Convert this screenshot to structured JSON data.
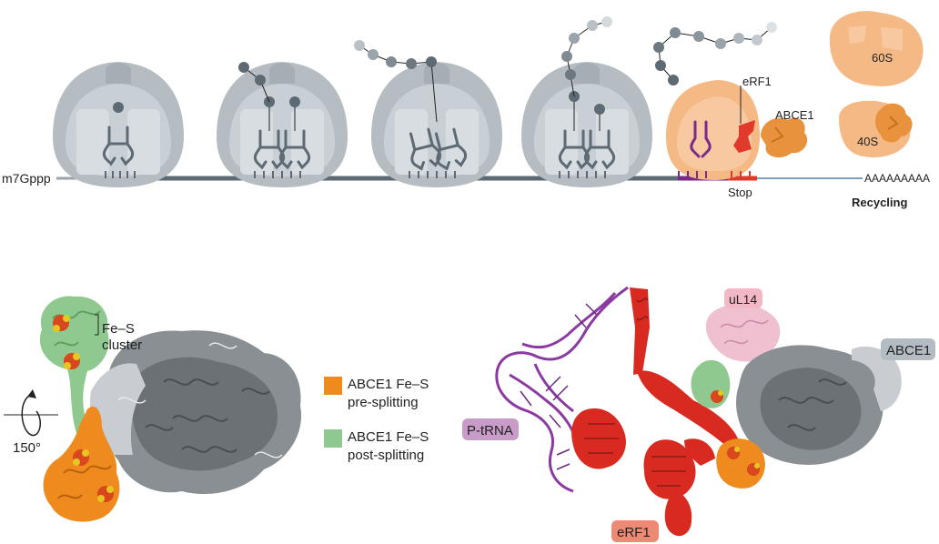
{
  "top": {
    "cap_label": "m7Gppp",
    "poly_a_label": "AAAAAAAAA",
    "erf1_label": "eRF1",
    "abce1_label": "ABCE1",
    "stop_label": "Stop",
    "subunit_60s_label": "60S",
    "subunit_40s_label": "40S",
    "recycling_label": "Recycling"
  },
  "left_structure": {
    "fes_line1": "Fe–S",
    "fes_line2": "cluster",
    "rotation_label": "150°",
    "legend": [
      {
        "line1": "ABCE1 Fe–S",
        "line2": "pre-splitting",
        "color": "#ee8a1e"
      },
      {
        "line1": "ABCE1 Fe–S",
        "line2": "post-splitting",
        "color": "#8fc98f"
      }
    ]
  },
  "right_structure": {
    "labels": {
      "ul14": "uL14",
      "abce1": "ABCE1",
      "ptrna": "P-tRNA",
      "erf1": "eRF1"
    },
    "tag_colors": {
      "ul14": "#f2b8c6",
      "abce1": "#b3bcc3",
      "ptrna": "#c89bc9",
      "erf1": "#ec8a74"
    }
  },
  "colors": {
    "ribosome_grey": "#b5bdc3",
    "ribosome_orange": "#f5b985",
    "mrna": "#5d6a73",
    "mrna_light": "#7f9fb8",
    "erf1_red": "#e23a2a",
    "tRNA_purple": "#8a3aa0",
    "abce1_orange": "#ee8a1e",
    "fes_green": "#8fc98f"
  }
}
